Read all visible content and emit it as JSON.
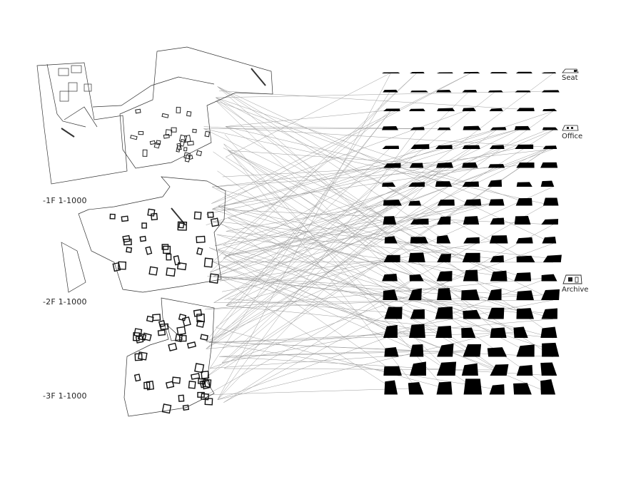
{
  "floor_labels": {
    "f1": "-1F 1-1000",
    "f2": "-2F 1-1000",
    "f3": "-3F 1-1000"
  },
  "legend": {
    "seat": "Seat",
    "office": "Office",
    "archive": "Archive"
  },
  "matrix": {
    "rows": 18,
    "cols": 7
  }
}
